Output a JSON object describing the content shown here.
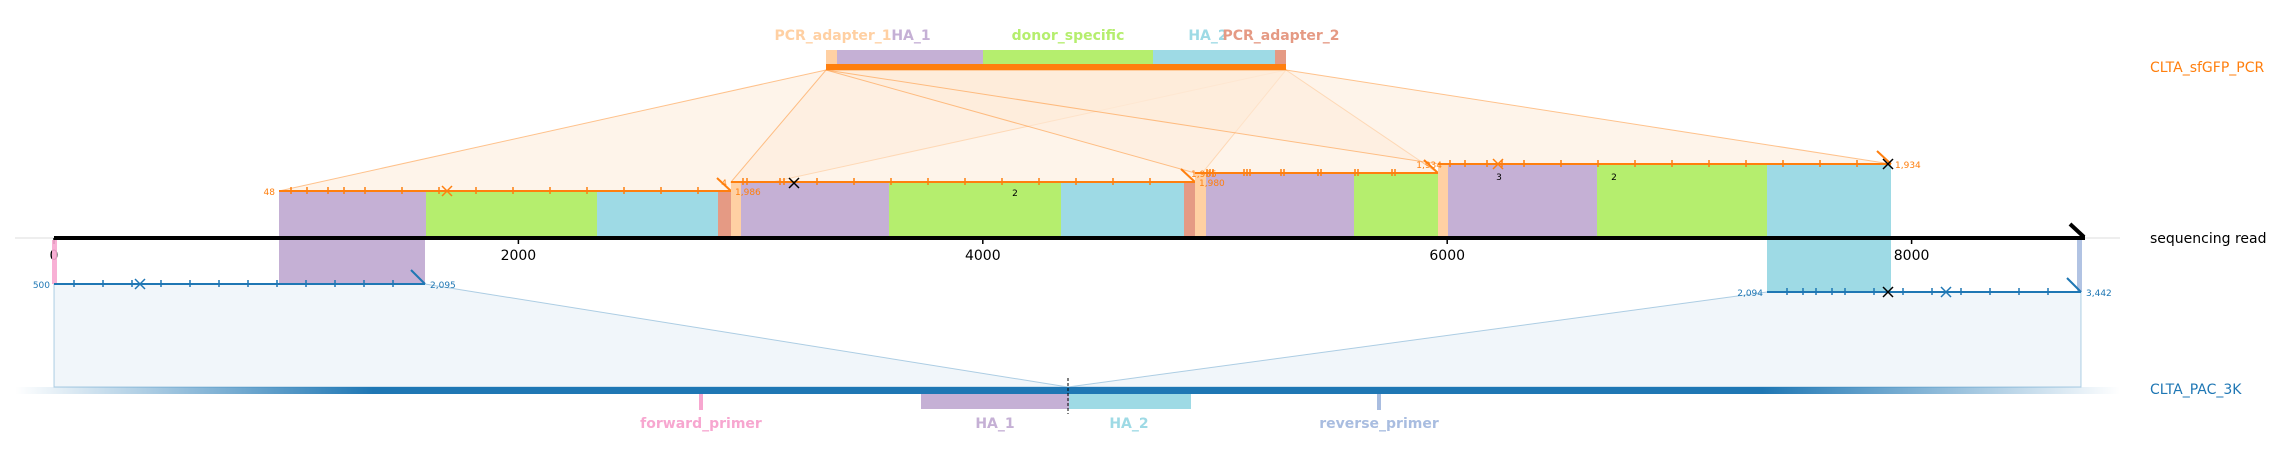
{
  "colors": {
    "pcr": "#ff7f0e",
    "pcr_fill": "#fdebd8",
    "read": "#000000",
    "pac": "#1f77b4",
    "pac_fill": "#e7f0f6",
    "pcr_adapter_1": "#ffd0a3",
    "ha_1": "#c5b0d5",
    "donor_specific": "#b5ee6e",
    "ha_2": "#9edae5",
    "pcr_adapter_2": "#e59a84",
    "forward_primer": "#f7a7d0",
    "reverse_primer": "#a9bde0"
  },
  "top_features": [
    {
      "label": "PCR_adapter_1",
      "color": "#ffd0a3"
    },
    {
      "label": "HA_1",
      "color": "#c5b0d5"
    },
    {
      "label": "donor_specific",
      "color": "#b5ee6e"
    },
    {
      "label": "HA_2",
      "color": "#9edae5"
    },
    {
      "label": "PCR_adapter_2",
      "color": "#e59a84"
    }
  ],
  "bottom_features": [
    {
      "label": "forward_primer",
      "color": "#f7a7d0"
    },
    {
      "label": "HA_1",
      "color": "#c5b0d5"
    },
    {
      "label": "HA_2",
      "color": "#9edae5"
    },
    {
      "label": "reverse_primer",
      "color": "#a9bde0"
    }
  ],
  "references": {
    "pcr": "CLTA_sfGFP_PCR",
    "read": "sequencing read",
    "pac": "CLTA_PAC_3K"
  },
  "read_axis": {
    "ticks": [
      0,
      2000,
      4000,
      6000,
      8000
    ],
    "tick_labels": [
      "0",
      "2000",
      "4000",
      "6000",
      "8000"
    ],
    "max": 8700
  },
  "pcr_alignments": [
    {
      "start_label": "48",
      "end_label": "1,986"
    },
    {
      "start_label": "4",
      "end_label": "1,980"
    },
    {
      "start_label": "1,935",
      "end_label": ""
    },
    {
      "start_label": "1,934",
      "end_label": "1,934"
    }
  ],
  "pac_alignments": [
    {
      "start_label": "500",
      "end_label": "2,095"
    },
    {
      "start_label": "2,094",
      "end_label": "3,442"
    }
  ],
  "markers": [
    "2",
    "3",
    "2"
  ]
}
